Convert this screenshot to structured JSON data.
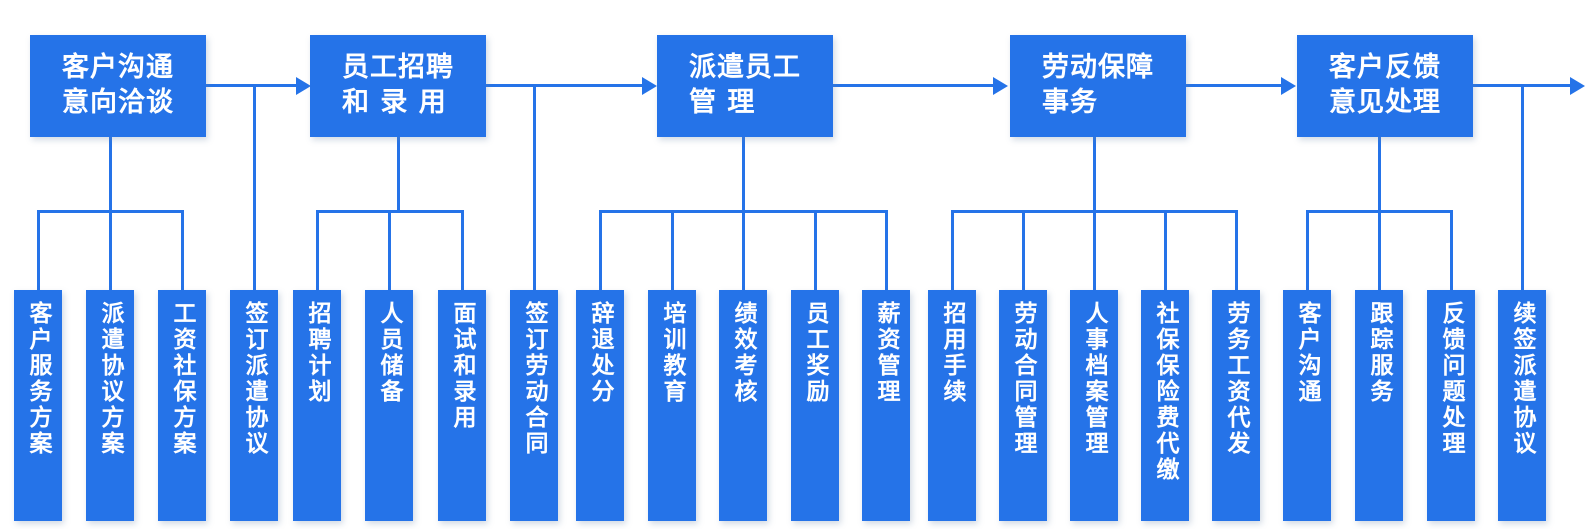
{
  "colors": {
    "accent": "#2573e8",
    "background": "#ffffff",
    "node_text": "#ffffff"
  },
  "stages": [
    {
      "label": "客户沟通\n意向洽谈",
      "children": [
        {
          "label": "客户服务方案"
        },
        {
          "label": "派遣协议方案"
        },
        {
          "label": "工资社保方案"
        }
      ],
      "transition": {
        "label": "签订派遣协议"
      }
    },
    {
      "label": "员工招聘\n和 录 用",
      "children": [
        {
          "label": "招聘计划"
        },
        {
          "label": "人员储备"
        },
        {
          "label": "面试和录用"
        }
      ],
      "transition": {
        "label": "签订劳动合同"
      }
    },
    {
      "label": "派遣员工\n管 理",
      "children": [
        {
          "label": "辞退处分"
        },
        {
          "label": "培训教育"
        },
        {
          "label": "绩效考核"
        },
        {
          "label": "员工奖励"
        },
        {
          "label": "薪资管理"
        }
      ]
    },
    {
      "label": "劳动保障\n事务",
      "children": [
        {
          "label": "招用手续"
        },
        {
          "label": "劳动合同管理"
        },
        {
          "label": "人事档案管理"
        },
        {
          "label": "社保保险费代缴"
        },
        {
          "label": "劳务工资代发"
        }
      ]
    },
    {
      "label": "客户反馈\n意见处理",
      "children": [
        {
          "label": "客户沟通"
        },
        {
          "label": "跟踪服务"
        },
        {
          "label": "反馈问题处理"
        }
      ],
      "transition": {
        "label": "续签派遣协议"
      }
    }
  ]
}
